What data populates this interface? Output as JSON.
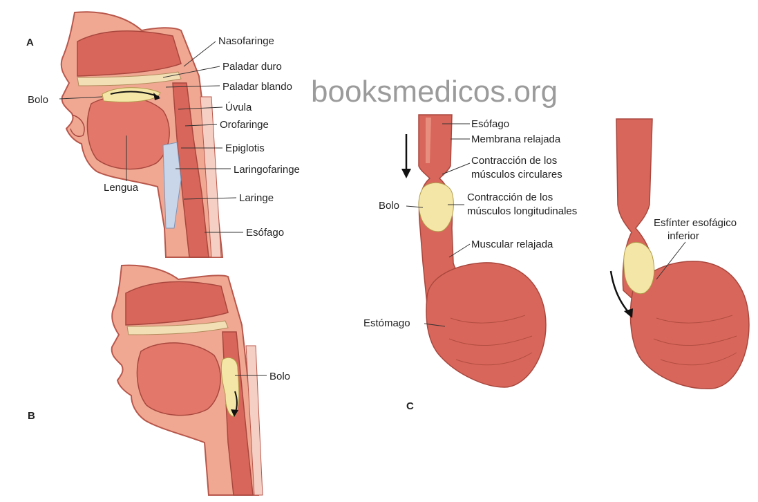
{
  "watermark": "booksmedicos.org",
  "panels": {
    "a": "A",
    "b": "B",
    "c": "C"
  },
  "panel_a": {
    "nasofaringe": "Nasofaringe",
    "paladar_duro": "Paladar duro",
    "paladar_blando": "Paladar blando",
    "uvula": "Úvula",
    "orofaringe": "Orofaringe",
    "epiglotis": "Epiglotis",
    "laringofaringe": "Laringofaringe",
    "laringe": "Laringe",
    "esofago": "Esófago",
    "bolo": "Bolo",
    "lengua": "Lengua"
  },
  "panel_b": {
    "bolo": "Bolo"
  },
  "panel_c": {
    "esofago": "Esófago",
    "membrana_relajada": "Membrana relajada",
    "contraccion_circulares": [
      "Contracción de los",
      "músculos circulares"
    ],
    "contraccion_longitudinales": [
      "Contracción de los",
      "músculos longitudinales"
    ],
    "bolo": "Bolo",
    "muscular_relajada": "Muscular relajada",
    "estomago": "Estómago",
    "esfinter": [
      "Esfínter esofágico",
      "inferior"
    ]
  },
  "colors": {
    "tissue": "#d9665a",
    "tissue_light": "#eea08f",
    "tissue_pale": "#f6cfc4",
    "bone": "#f3dfb6",
    "bolus": "#f4e6a6",
    "airway": "#c9d6ea"
  }
}
